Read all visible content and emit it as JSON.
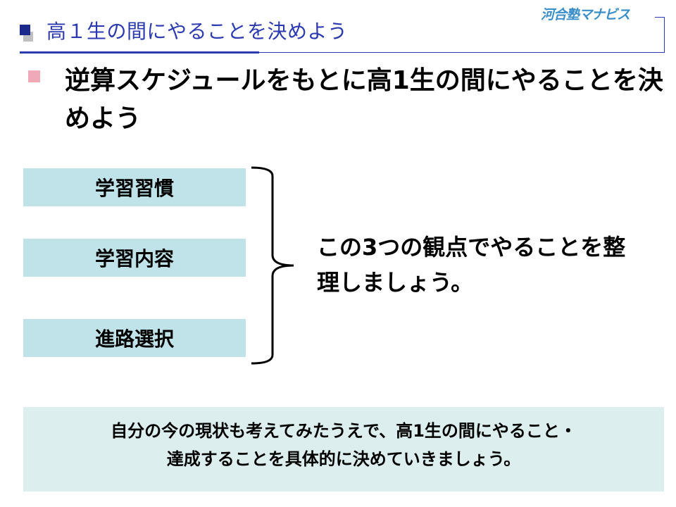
{
  "header": {
    "title": "高１生の間にやることを決めよう",
    "logo": "河合塾マナビス"
  },
  "main": {
    "bullet_text": "逆算スケジュールをもとに高1生の間にやることを決めよう"
  },
  "viewpoints": [
    "学習習慣",
    "学習内容",
    "進路選択"
  ],
  "summary": "この3つの観点でやることを整理しましょう。",
  "note": {
    "line1": "自分の今の現状も考えてみたうえで、高1生の間にやること・",
    "line2": "達成することを具体的に決めていきましょう。"
  },
  "colors": {
    "accent_blue": "#2b3ab0",
    "bullet_pink": "#f0a9b6",
    "box_teal": "#bfe3e8",
    "note_bg": "#dcefee",
    "logo_blue": "#3b8fc8"
  }
}
